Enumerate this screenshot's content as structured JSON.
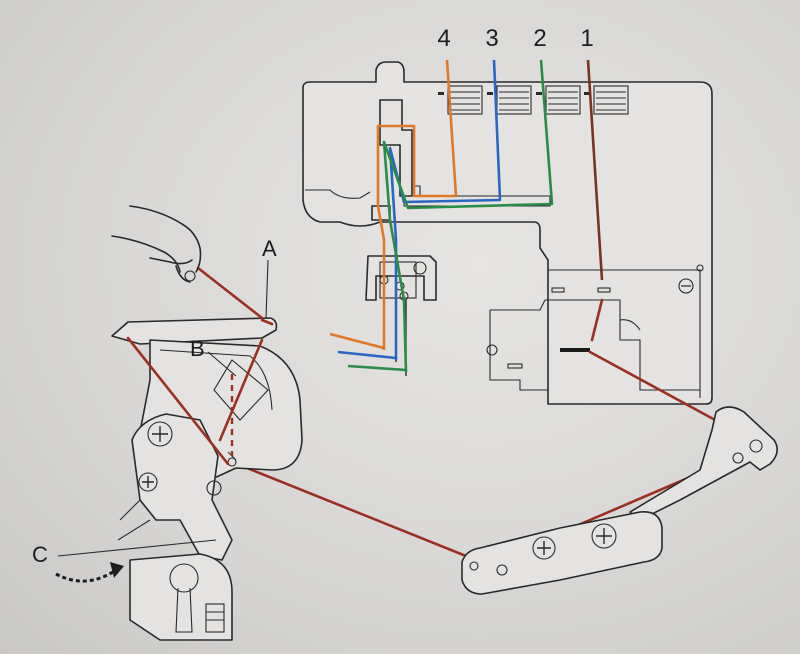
{
  "thread_labels": [
    "4",
    "3",
    "2",
    "1"
  ],
  "callouts": {
    "a": "A",
    "b": "B",
    "c": "C"
  },
  "colors": {
    "thread_4": "#e0782a",
    "thread_3": "#2b66c2",
    "thread_2": "#2a8c4a",
    "thread_1": "#7a3320",
    "lower_looper_thread": "#9c2f23",
    "line_art": "#2a2a2a",
    "background": "#d9d8d6"
  },
  "icons": [
    "hand-icon",
    "curved-arrow-icon"
  ]
}
